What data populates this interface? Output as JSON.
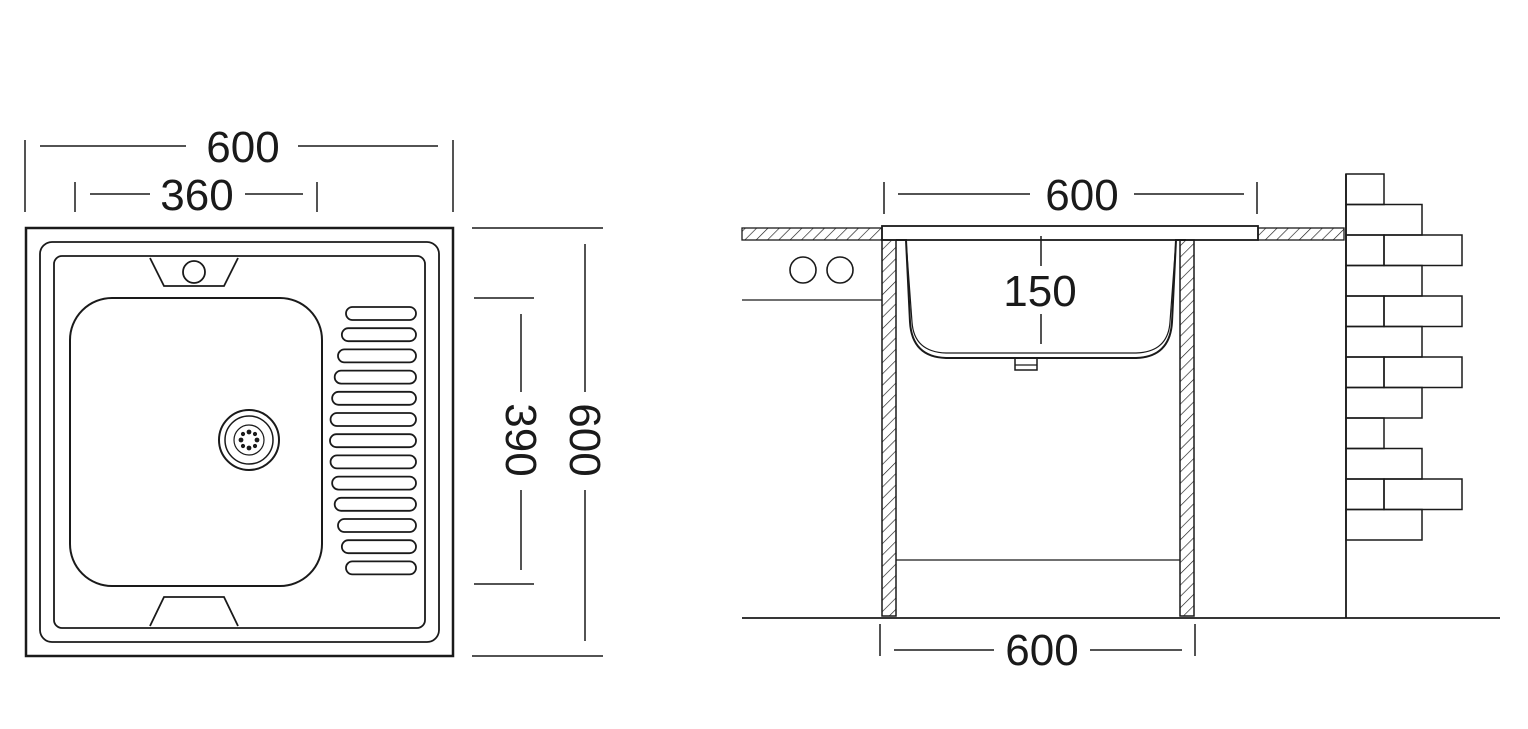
{
  "top_view": {
    "overall_width": "600",
    "bowl_width": "360",
    "bowl_depth": "390",
    "overall_depth": "600"
  },
  "side_view": {
    "sink_width": "600",
    "bowl_height": "150",
    "cabinet_width": "600"
  },
  "colors": {
    "line": "#1a1a1a",
    "background": "#ffffff"
  }
}
